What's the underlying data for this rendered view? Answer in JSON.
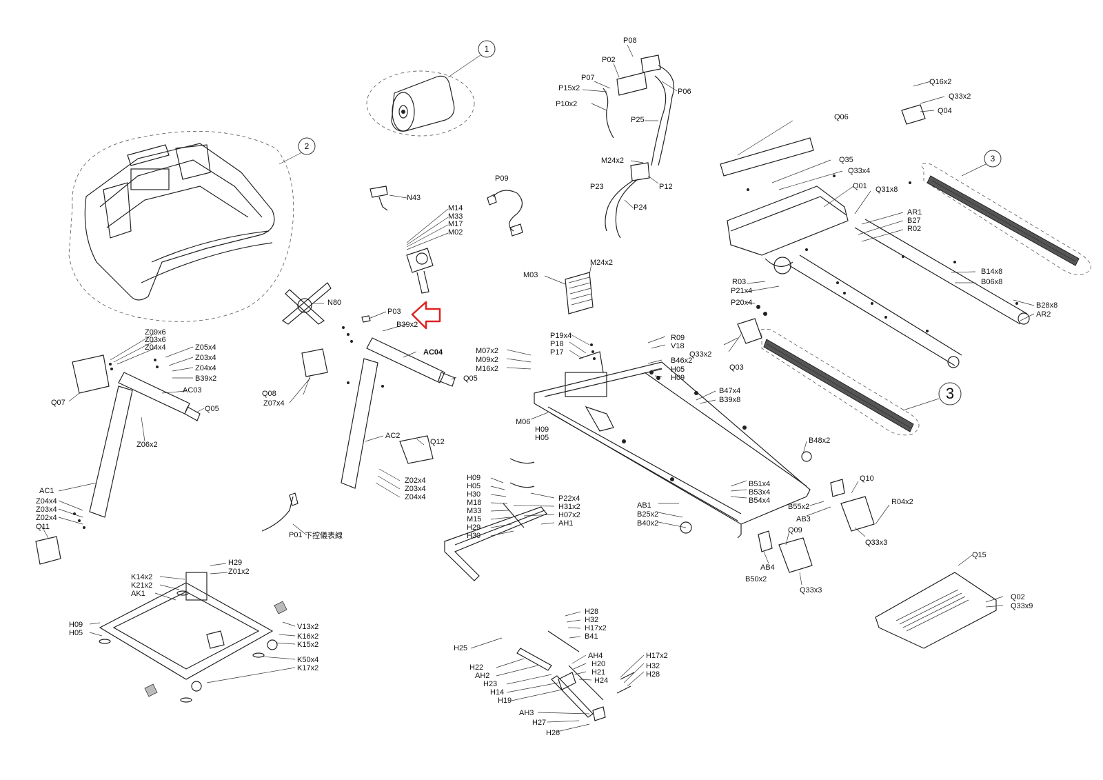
{
  "callouts": [
    "1",
    "2",
    "3",
    "3"
  ],
  "labels": {
    "P08": "P08",
    "P02": "P02",
    "P07": "P07",
    "P15x2": "P15x2",
    "P06": "P06",
    "P10x2": "P10x2",
    "P25": "P25",
    "M24x2a": "M24x2",
    "P12": "P12",
    "P23": "P23",
    "P24": "P24",
    "P09": "P09",
    "N43": "N43",
    "M14": "M14",
    "M33a": "M33",
    "M17": "M17",
    "M02": "M02",
    "N80": "N80",
    "P03": "P03",
    "B39x2a": "B39x2",
    "M03": "M03",
    "M24x2b": "M24x2",
    "Q16x2": "Q16x2",
    "Q33x2a": "Q33x2",
    "Q04": "Q04",
    "Q06": "Q06",
    "Q35": "Q35",
    "Q33x4": "Q33x4",
    "Q01": "Q01",
    "Q31x8": "Q31x8",
    "AR1": "AR1",
    "B27": "B27",
    "R02": "R02",
    "R03": "R03",
    "P21x4": "P21x4",
    "P20x4": "P20x4",
    "B14x8": "B14x8",
    "B06x8": "B06x8",
    "B28x8": "B28x8",
    "AR2": "AR2",
    "Z09x6": "Z09x6",
    "Z03x6": "Z03x6",
    "Z04x4a": "Z04x4",
    "Z05x4": "Z05x4",
    "Z03x4a": "Z03x4",
    "Z04x4b": "Z04x4",
    "B39x2b": "B39x2",
    "AC03": "AC03",
    "Q05a": "Q05",
    "Q07": "Q07",
    "Z06x2": "Z06x2",
    "AC1": "AC1",
    "Z04x4c": "Z04x4",
    "Z03x4b": "Z03x4",
    "Z02x4a": "Z02x4",
    "Q11": "Q11",
    "AC04": "AC04",
    "Q05b": "Q05",
    "Q08": "Q08",
    "Z07x4": "Z07x4",
    "AC2": "AC2",
    "Q12": "Q12",
    "Z02x4b": "Z02x4",
    "Z03x4c": "Z03x4",
    "Z04x4d": "Z04x4",
    "P01": "P01",
    "P01note": "下控儀表線",
    "P19x4": "P19x4",
    "P18": "P18",
    "P17": "P17",
    "R09": "R09",
    "V18": "V18",
    "Q33x2b": "Q33x2",
    "Q03": "Q03",
    "B46x2": "B46x2",
    "H05a": "H05",
    "H09a": "H09",
    "M07x2": "M07x2",
    "M09x2": "M09x2",
    "M16x2": "M16x2",
    "M06": "M06",
    "H09b": "H09",
    "H05b": "H05",
    "B47x4": "B47x4",
    "B39x8": "B39x8",
    "B48x2": "B48x2",
    "Q10": "Q10",
    "R04x2": "R04x2",
    "B51x4": "B51x4",
    "B53x4": "B53x4",
    "B54x4": "B54x4",
    "B55x2": "B55x2",
    "AB3": "AB3",
    "Q33x3a": "Q33x3",
    "AB1": "AB1",
    "B25x2": "B25x2",
    "B40x2": "B40x2",
    "Q09": "Q09",
    "AB4": "AB4",
    "B50x2": "B50x2",
    "Q33x3b": "Q33x3",
    "H09c": "H09",
    "H05c": "H05",
    "H30a": "H30",
    "M18": "M18",
    "M33b": "M33",
    "M15": "M15",
    "H29a": "H29",
    "H30b": "H30",
    "P22x4": "P22x4",
    "H31x2": "H31x2",
    "H07x2": "H07x2",
    "AH1": "AH1",
    "Q15": "Q15",
    "Q02": "Q02",
    "Q33x9": "Q33x9",
    "H29b": "H29",
    "Z01x2": "Z01x2",
    "K14x2": "K14x2",
    "K21x2": "K21x2",
    "AK1": "AK1",
    "H09d": "H09",
    "H05d": "H05",
    "V13x2": "V13x2",
    "K16x2": "K16x2",
    "K15x2": "K15x2",
    "K50x4": "K50x4",
    "K17x2": "K17x2",
    "H28a": "H28",
    "H32a": "H32",
    "H17x2a": "H17x2",
    "B41": "B41",
    "H25": "H25",
    "AH4": "AH4",
    "H20": "H20",
    "H21": "H21",
    "H24": "H24",
    "H22": "H22",
    "AH2": "AH2",
    "H23": "H23",
    "H14": "H14",
    "H19": "H19",
    "H17x2b": "H17x2",
    "H32b": "H32",
    "H28b": "H28",
    "AH3": "AH3",
    "H27": "H27",
    "H26": "H26"
  },
  "colors": {
    "line": "#222222",
    "highlight_arrow": "#e02020",
    "background": "#ffffff"
  },
  "icons": {
    "highlight": "red-arrow-icon"
  }
}
